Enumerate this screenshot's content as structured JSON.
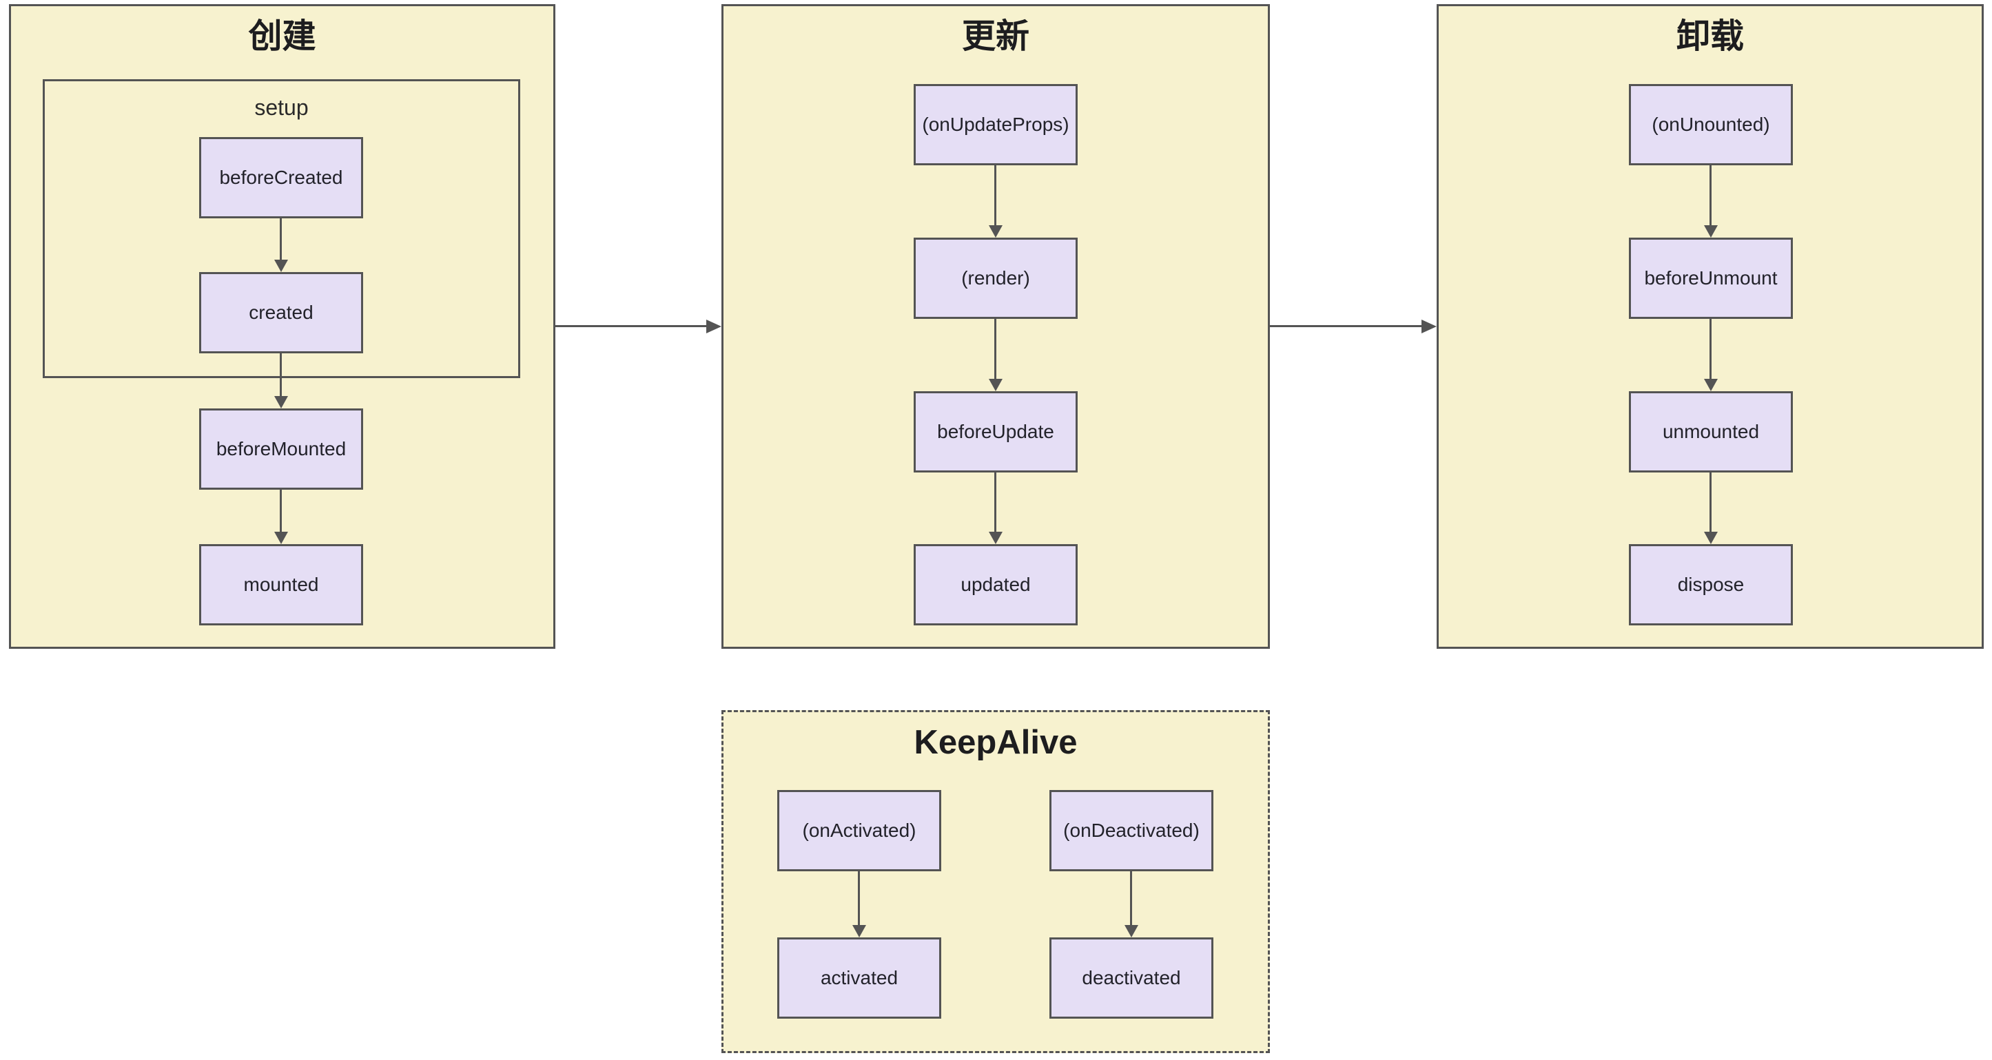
{
  "diagram": {
    "colors": {
      "panel_fill": "#f7f2cf",
      "node_fill": "#e5def5",
      "border": "#545454",
      "text": "#22222a"
    },
    "panels": {
      "create": {
        "title": "创建",
        "group_setup_label": "setup",
        "nodes": {
          "beforeCreated": "beforeCreated",
          "created": "created",
          "beforeMounted": "beforeMounted",
          "mounted": "mounted"
        }
      },
      "update": {
        "title": "更新",
        "nodes": {
          "onUpdateProps": "(onUpdateProps)",
          "render": "(render)",
          "beforeUpdate": "beforeUpdate",
          "updated": "updated"
        }
      },
      "unmount": {
        "title": "卸载",
        "nodes": {
          "onUnounted": "(onUnounted)",
          "beforeUnmount": "beforeUnmount",
          "unmounted": "unmounted",
          "dispose": "dispose"
        }
      },
      "keepalive": {
        "title": "KeepAlive",
        "nodes": {
          "onActivated": "(onActivated)",
          "activated": "activated",
          "onDeactivated": "(onDeactivated)",
          "deactivated": "deactivated"
        }
      }
    },
    "edges": [
      {
        "from": "beforeCreated",
        "to": "created"
      },
      {
        "from": "created",
        "to": "beforeMounted"
      },
      {
        "from": "beforeMounted",
        "to": "mounted"
      },
      {
        "from": "panel-create",
        "to": "panel-update"
      },
      {
        "from": "(onUpdateProps)",
        "to": "(render)"
      },
      {
        "from": "(render)",
        "to": "beforeUpdate"
      },
      {
        "from": "beforeUpdate",
        "to": "updated"
      },
      {
        "from": "panel-update",
        "to": "panel-unmount"
      },
      {
        "from": "(onUnounted)",
        "to": "beforeUnmount"
      },
      {
        "from": "beforeUnmount",
        "to": "unmounted"
      },
      {
        "from": "unmounted",
        "to": "dispose"
      },
      {
        "from": "(onActivated)",
        "to": "activated"
      },
      {
        "from": "(onDeactivated)",
        "to": "deactivated"
      }
    ]
  }
}
